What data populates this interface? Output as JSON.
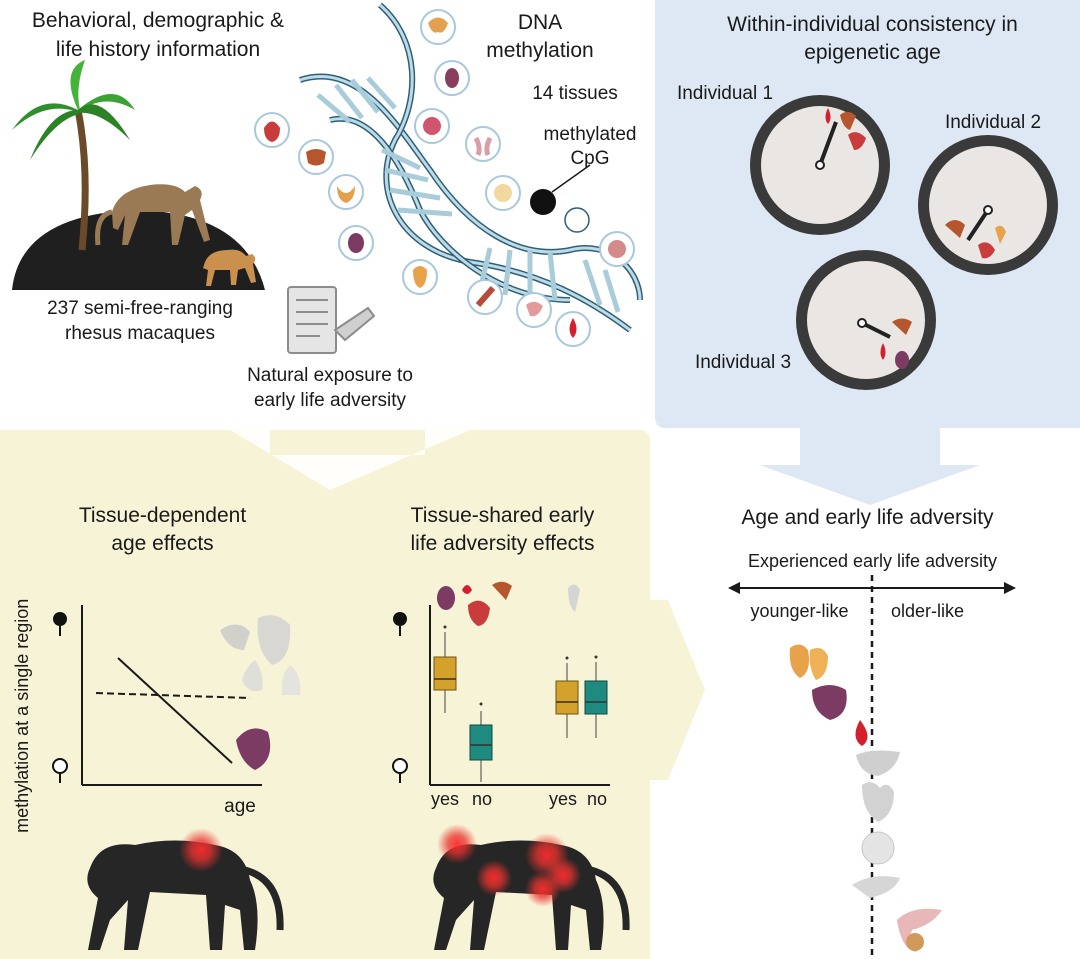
{
  "top_left": {
    "title_line1": "Behavioral, demographic &",
    "title_line2": "life history information",
    "macaques_line1": "237 semi-free-ranging",
    "macaques_line2": "rhesus macaques",
    "exposure_line1": "Natural exposure to",
    "exposure_line2": "early life adversity"
  },
  "top_center": {
    "title_line1": "DNA",
    "title_line2": "methylation",
    "tissues": "14 tissues",
    "cpg_line1": "methylated",
    "cpg_line2": "CpG"
  },
  "top_right": {
    "title_line1": "Within-individual consistency in",
    "title_line2": "epigenetic age",
    "individual1": "Individual 1",
    "individual2": "Individual 2",
    "individual3": "Individual 3"
  },
  "bottom_left": {
    "title_line1": "Tissue-dependent",
    "title_line2": "age effects",
    "y_axis": "methylation at a single region",
    "x_axis": "age"
  },
  "bottom_center": {
    "title_line1": "Tissue-shared early",
    "title_line2": "life adversity effects",
    "tick_yes_1": "yes",
    "tick_no_1": "no",
    "tick_yes_2": "yes",
    "tick_no_2": "no"
  },
  "bottom_right": {
    "title": "Age and early life adversity",
    "arrow_label": "Experienced early life adversity",
    "younger": "younger-like",
    "older": "older-like"
  },
  "colors": {
    "blue_panel": "#dde8f4",
    "yellow_panel": "#f7f3d6",
    "box_gold": "#d4a12a",
    "box_teal": "#1f8a80",
    "highlight_red": "#e8332f"
  }
}
